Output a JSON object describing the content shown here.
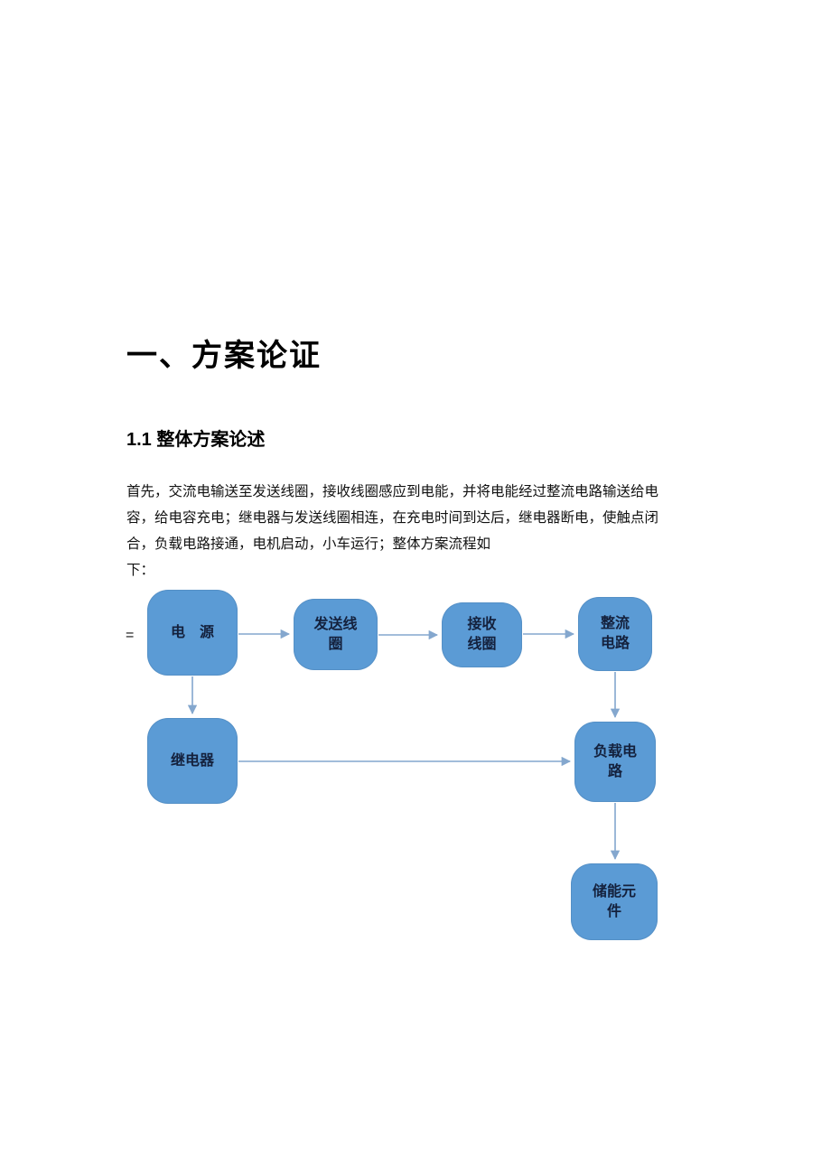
{
  "document": {
    "heading": "一、方案论证",
    "subheading": "1.1 整体方案论述",
    "paragraph_lines": [
      "首先，交流电输送至发送线圈，接收线圈感应到电能，并将电能经过整流电路输送给电",
      "容，给电容充电；继电器与发送线圈相连，在充电时间到达后，继电器断电，使触点闭",
      "合，负载电路接通，电机启动，小车运行；整体方案流程如",
      "下："
    ]
  },
  "flowchart": {
    "equals": "=",
    "nodes": [
      {
        "id": "power",
        "lines": [
          "电　源",
          ""
        ]
      },
      {
        "id": "transmit-coil",
        "lines": [
          "发送线",
          "圈"
        ]
      },
      {
        "id": "receive-coil",
        "lines": [
          "接收",
          "线圈"
        ]
      },
      {
        "id": "rectifier",
        "lines": [
          "整流",
          "电路"
        ]
      },
      {
        "id": "relay",
        "lines": [
          "继电器",
          ""
        ]
      },
      {
        "id": "load-circuit",
        "lines": [
          "负载电",
          "路"
        ]
      },
      {
        "id": "storage",
        "lines": [
          "储能元",
          "件"
        ]
      }
    ]
  },
  "theme": {
    "box-color": "#5B9BD5",
    "arrow-color": "#84A7CE",
    "text-color": "#1a1a1a",
    "node-text-color": "#14213d"
  }
}
